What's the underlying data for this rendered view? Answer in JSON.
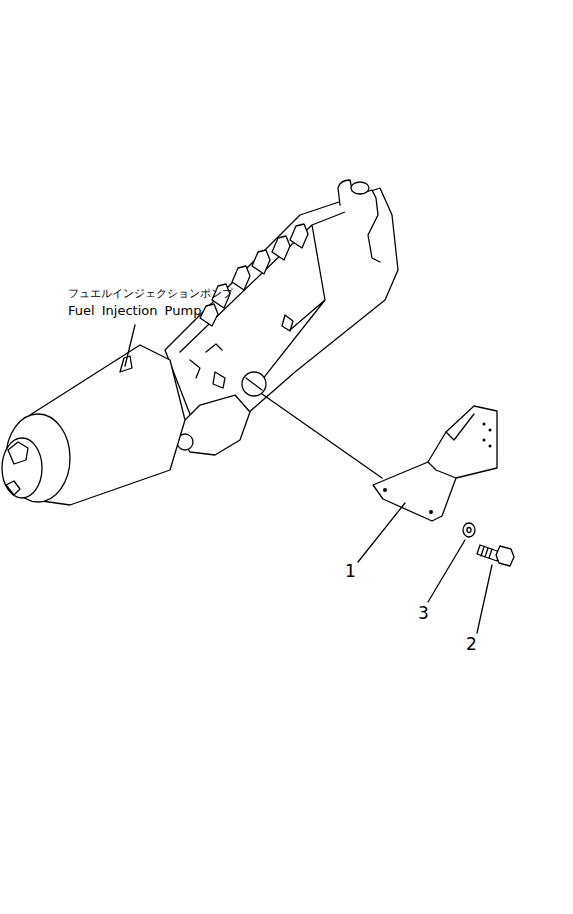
{
  "diagram": {
    "labels": [
      "フュエルインジェクションポンプ",
      "Fuel Injection Pump",
      "1",
      "3",
      "2"
    ]
  }
}
